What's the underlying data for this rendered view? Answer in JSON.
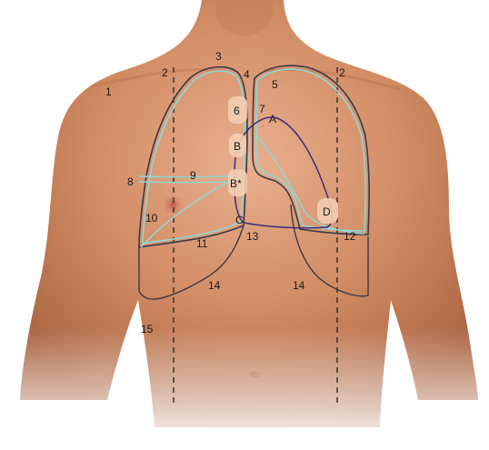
{
  "labels": {
    "l1": "1",
    "l2a": "2",
    "l2b": "2",
    "l3": "3",
    "l4": "4",
    "l5": "5",
    "l6": "6",
    "l7": "7",
    "la": "A",
    "lb": "B",
    "lbstar": "B*",
    "lc": "C",
    "ld": "D",
    "l8": "8",
    "l9": "9",
    "l10": "10",
    "l11": "11",
    "l12": "12",
    "l13": "13",
    "l14a": "14",
    "l14b": "14",
    "l15": "15"
  },
  "colors": {
    "skin_light": "#e9b08e",
    "skin_mid": "#d08a62",
    "skin_dark": "#a8623f",
    "lung_outline": "#3a3a4a",
    "fissure_cyan": "#8fd6d6",
    "heart_purple": "#3b2f7a",
    "marker_fill": "#f3cdb3",
    "midclavicular_line": "#222222",
    "nipple": "#b85a4a"
  }
}
